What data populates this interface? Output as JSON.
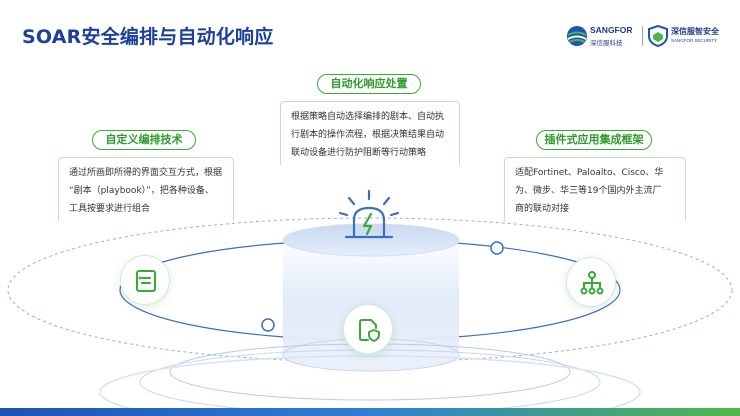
{
  "title": "SOAR安全编排与自动化响应",
  "logos": {
    "sangfor_name": "SANGFOR",
    "sangfor_cn": "深信服科技",
    "security_cn": "深信服智安全",
    "security_en": "SANGFOR SECURITY"
  },
  "center": {
    "label": "自动化响应处置",
    "lines": [
      "根据策略自动选择编排的剧本、自动执",
      "行剧本的操作流程，根据决策结果自动",
      "联动设备进行防护阻断等行动策略"
    ],
    "icon": "alarm-light-icon"
  },
  "left": {
    "label": "自定义编排技术",
    "lines": [
      "通过所画即所得的界面交互方式，根据",
      "“剧本（playbook）”，把各种设备、",
      "工具按要求进行组合"
    ],
    "icon": "document-list-icon"
  },
  "right": {
    "label": "插件式应用集成框架",
    "lines": [
      "适配Fortinet、Paloalto、Cisco、华",
      "为、微步、华三等19个国内外主流厂",
      "商的联动对接"
    ],
    "icon": "hierarchy-network-icon"
  },
  "bottom_icon": "shield-file-icon",
  "colors": {
    "title": "#1d3f9e",
    "accent_green": "#3aaa35",
    "ring_blue": "#1e52b5"
  }
}
